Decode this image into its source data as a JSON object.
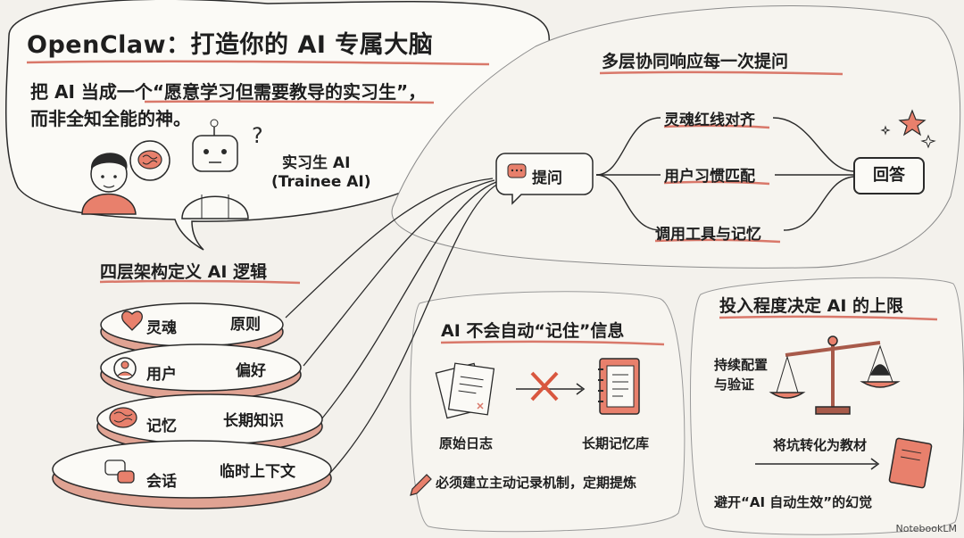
{
  "title": "OpenClaw：打造你的 AI 专属大脑",
  "intro": {
    "line1": "把 AI 当成一个“愿意学习但需要教导的实习生”，",
    "line2": "而非全知全能的神。",
    "trainee_label": "实习生 AI",
    "trainee_label_en": "(Trainee AI)"
  },
  "layers": {
    "heading": "四层架构定义 AI 逻辑",
    "items": [
      {
        "name": "灵魂",
        "desc": "原则",
        "icon": "heart-icon"
      },
      {
        "name": "用户",
        "desc": "偏好",
        "icon": "user-icon"
      },
      {
        "name": "记忆",
        "desc": "长期知识",
        "icon": "brain-icon"
      },
      {
        "name": "会话",
        "desc": "临时上下文",
        "icon": "chat-icon"
      }
    ]
  },
  "flow": {
    "heading": "多层协同响应每一次提问",
    "question": "提问",
    "branches": [
      "灵魂红线对齐",
      "用户习惯匹配",
      "调用工具与记忆"
    ],
    "answer": "回答"
  },
  "memory": {
    "heading": "AI 不会自动“记住”信息",
    "from_label": "原始日志",
    "to_label": "长期记忆库",
    "note": "必须建立主动记录机制，定期提炼"
  },
  "investment": {
    "heading": "投入程度决定 AI 的上限",
    "scale_label": "持续配置\n与验证",
    "arrow_label": "将坑转化为教材",
    "bottom_note": "避开“AI 自动生效”的幻觉"
  },
  "watermark": "NotebookLM",
  "colors": {
    "accent": "#d9786a",
    "ink": "#1e1e1e",
    "paper": "#f3f1ec",
    "bubble": "#fbfaf6"
  }
}
